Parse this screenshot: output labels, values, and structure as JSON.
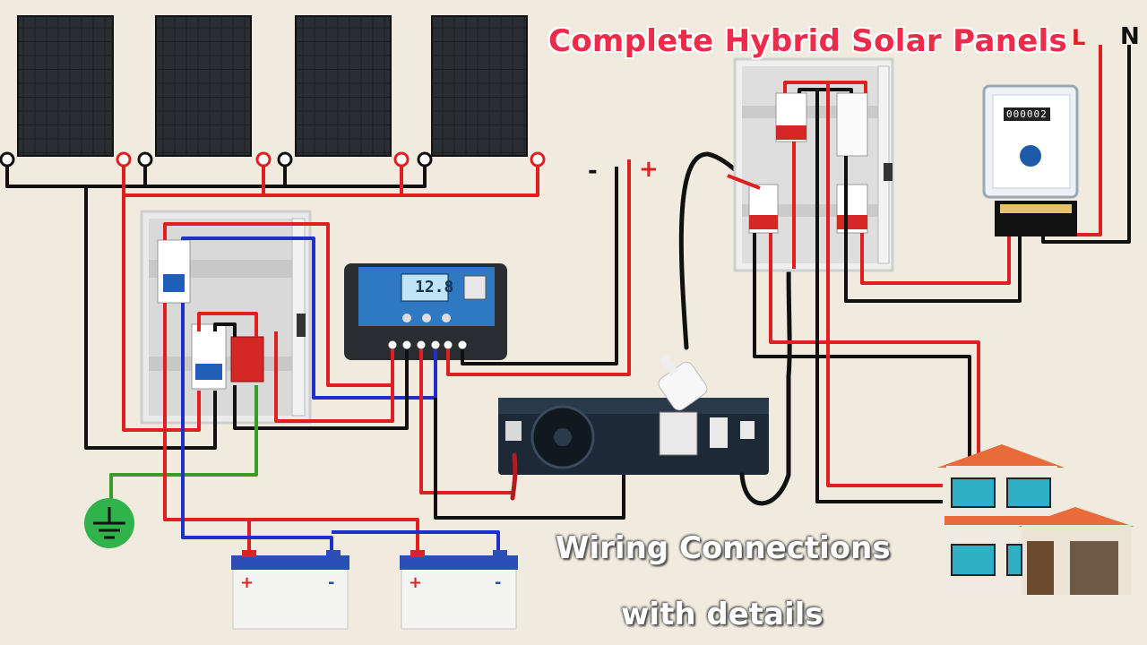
{
  "title": "Complete Hybrid Solar Panels",
  "subtitle_line1": "Wiring Connections",
  "subtitle_line2": "with details",
  "labels": {
    "live": "L",
    "neutral": "N",
    "dc_negative": "-",
    "dc_positive": "+"
  },
  "charge_controller": {
    "display": "12.8"
  },
  "energy_meter": {
    "reading": "000002"
  },
  "colors": {
    "background": "#f1ebdf",
    "title": "#ee2b4a",
    "wire_positive": "#e02020",
    "wire_negative": "#111111",
    "wire_dc_blue": "#1f2fc8",
    "wire_earth": "#3a9a2a"
  },
  "components": [
    "solar-panel",
    "solar-panel",
    "solar-panel",
    "solar-panel",
    "dc-distribution-box",
    "charge-controller",
    "inverter",
    "ac-distribution-box",
    "energy-meter",
    "battery",
    "battery",
    "earth-ground",
    "house",
    "three-pin-plug"
  ]
}
